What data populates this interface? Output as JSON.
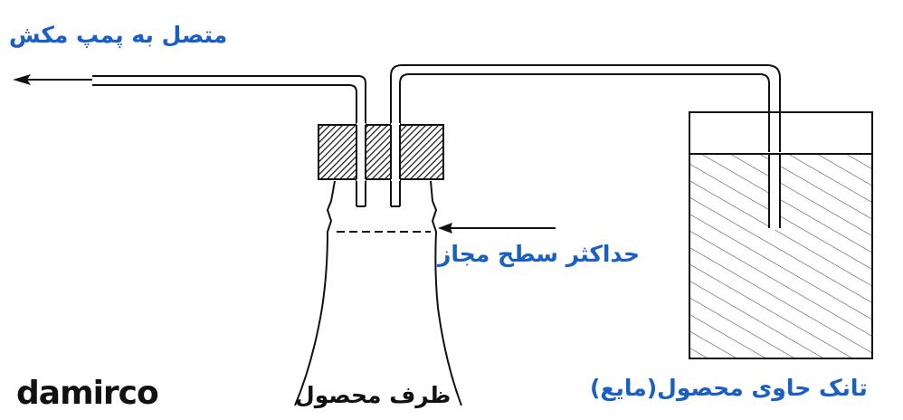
{
  "labels": {
    "suction_pump": "متصل به پمپ مکش",
    "max_level": "حداکثر سطح مجاز",
    "tank": "تانک حاوی محصول(مایع)",
    "vessel": "ظرف محصول"
  },
  "logo": {
    "text": "damirco"
  },
  "colors": {
    "label_blue": "#1a5fc4",
    "line_black": "#111111",
    "logo_accent": "#1a5fc4"
  }
}
